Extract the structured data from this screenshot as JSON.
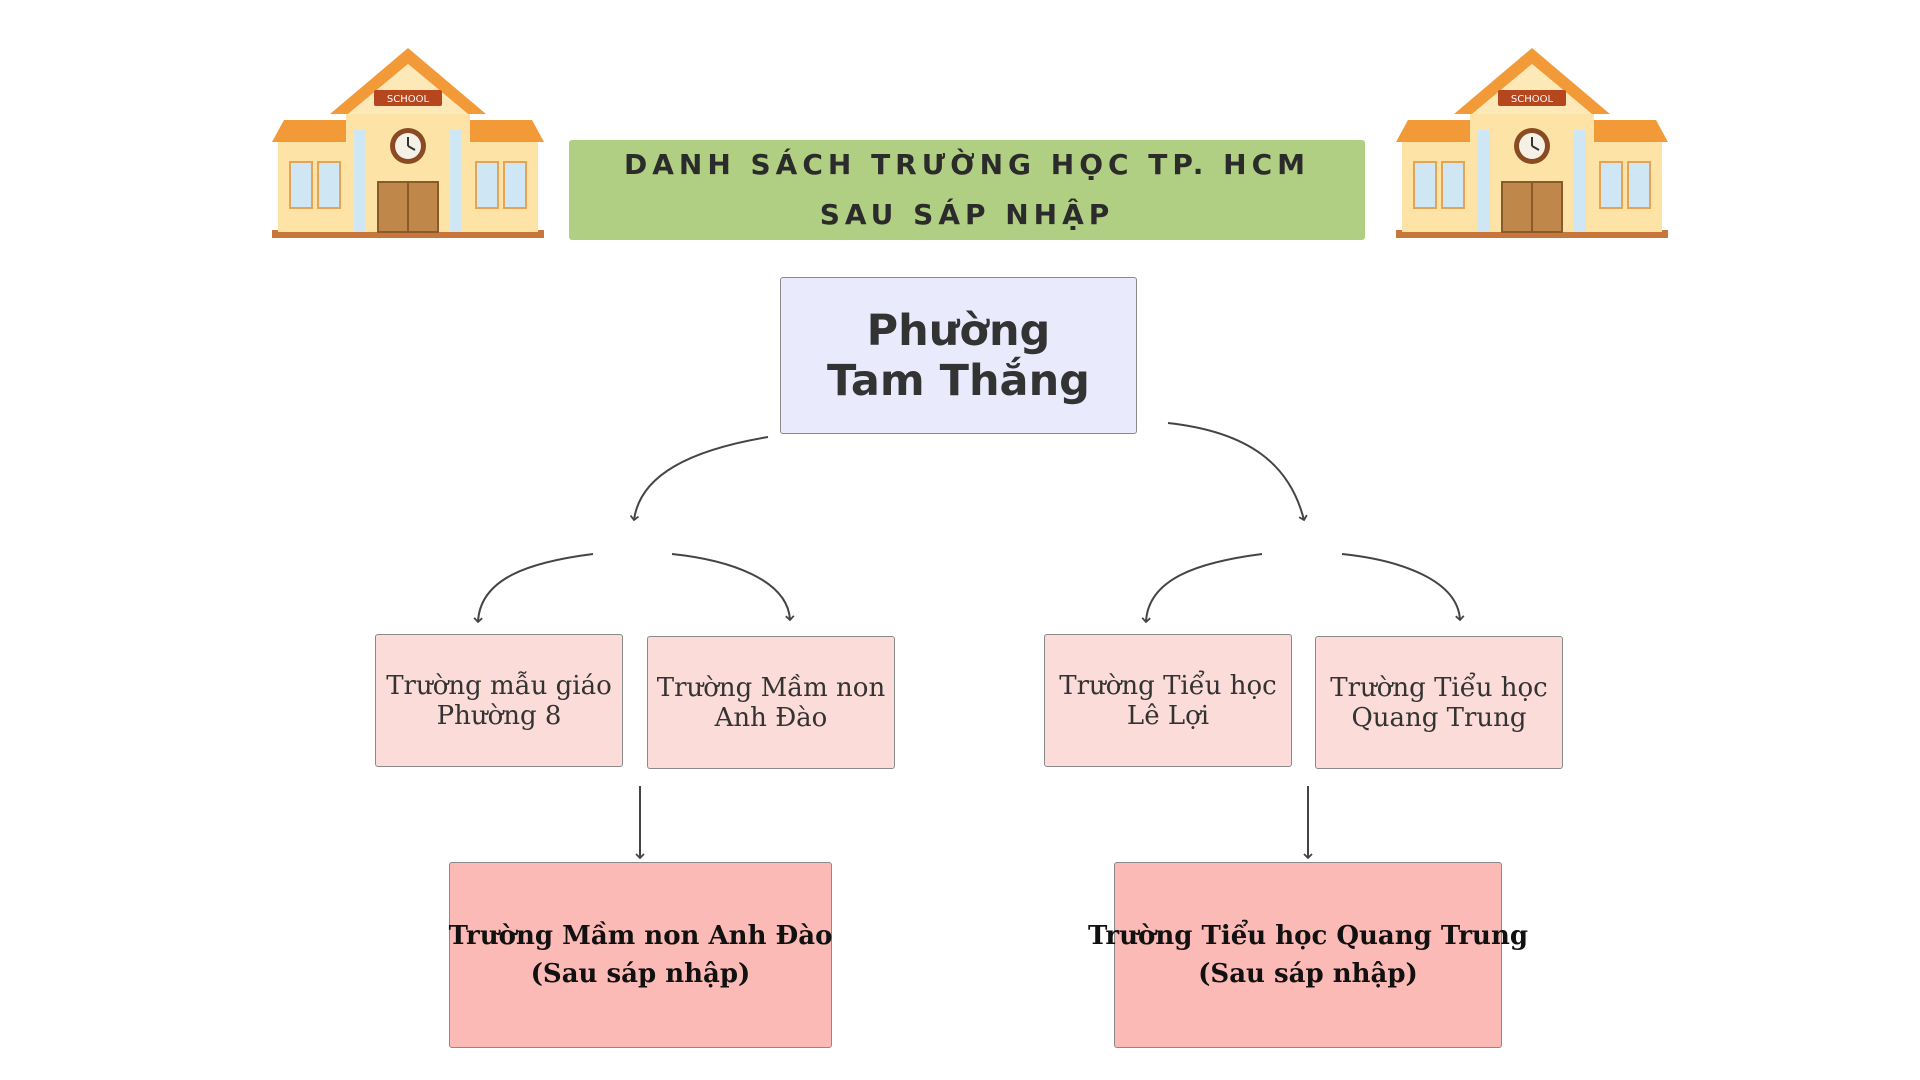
{
  "banner": {
    "line1": "DANH SÁCH TRƯỜNG HỌC TP. HCM",
    "line2": "SAU SÁP NHẬP"
  },
  "school_sign": "SCHOOL",
  "root": {
    "line1": "Phường",
    "line2": "Tam Thắng"
  },
  "left_group": {
    "node_a": {
      "line1": "Trường mẫu giáo",
      "line2": "Phường 8"
    },
    "node_b": {
      "line1": "Trường Mầm non",
      "line2": "Anh Đào"
    },
    "result": {
      "line1": "Trường Mầm non Anh Đào",
      "line2": "(Sau sáp nhập)"
    }
  },
  "right_group": {
    "node_a": {
      "line1": "Trường Tiểu học",
      "line2": "Lê Lợi"
    },
    "node_b": {
      "line1": "Trường Tiểu học",
      "line2": "Quang Trung"
    },
    "result": {
      "line1": "Trường Tiểu học Quang Trung",
      "line2": "(Sau sáp nhập)"
    }
  },
  "colors": {
    "banner": "#b1cf83",
    "root": "#e9ebfd",
    "node": "#fbdcd9",
    "result": "#fcbab6",
    "connector": "#444444"
  },
  "icons": [
    "school-building-icon"
  ]
}
